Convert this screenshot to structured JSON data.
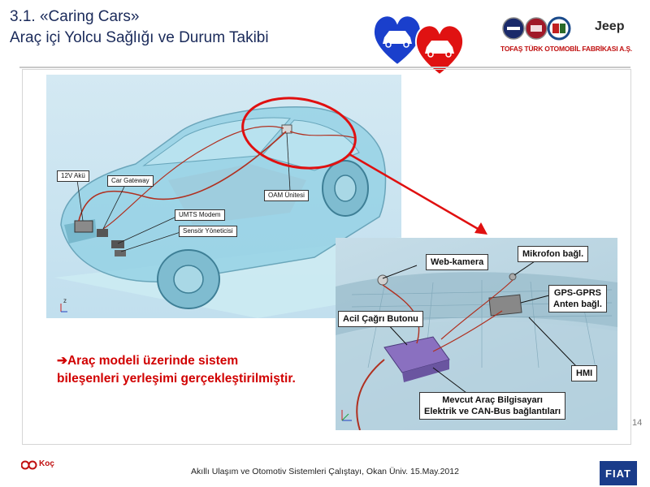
{
  "slide": {
    "title_line1": "3.1. «Caring Cars»",
    "title_line2": "Araç içi Yolcu Sağlığı ve Durum Takibi",
    "caption_line1": "➔Araç modeli üzerinde sistem",
    "caption_line2": "bileşenleri yerleşimi gerçekleştirilmiştir.",
    "page_number": "14",
    "footer": "Akıllı Ulaşım ve Otomotiv Sistemleri Çalıştayı, Okan Üniv. 15.May.2012"
  },
  "header_logos": {
    "brand_jeep": "Jeep",
    "company": "TOFAŞ TÜRK OTOMOBİL FABRİKASI A.Ş."
  },
  "footer_logos": {
    "koc": "Koç",
    "fiat": "FIAT"
  },
  "car_labels": {
    "battery": "12V Akü",
    "gateway": "Car Gateway",
    "umts": "UMTS Modem",
    "sensor": "Sensör Yöneticisi",
    "oam": "OAM Ünitesi",
    "axis_z": "z"
  },
  "detail_labels": {
    "webcam": "Web-kamera",
    "microphone": "Mikrofon bağl.",
    "gps_line1": "GPS-GPRS",
    "gps_line2": "Anten bağl.",
    "emergency": "Acil Çağrı Butonu",
    "hmi": "HMI",
    "computer_line1": "Mevcut Araç Bilgisayarı",
    "computer_line2": "Elektrik ve CAN-Bus bağlantıları"
  },
  "colors": {
    "title": "#1a2a5a",
    "caption": "#d10000",
    "highlight": "#e01010",
    "heart_blue": "#1a3fcc",
    "heart_red": "#e01212"
  }
}
